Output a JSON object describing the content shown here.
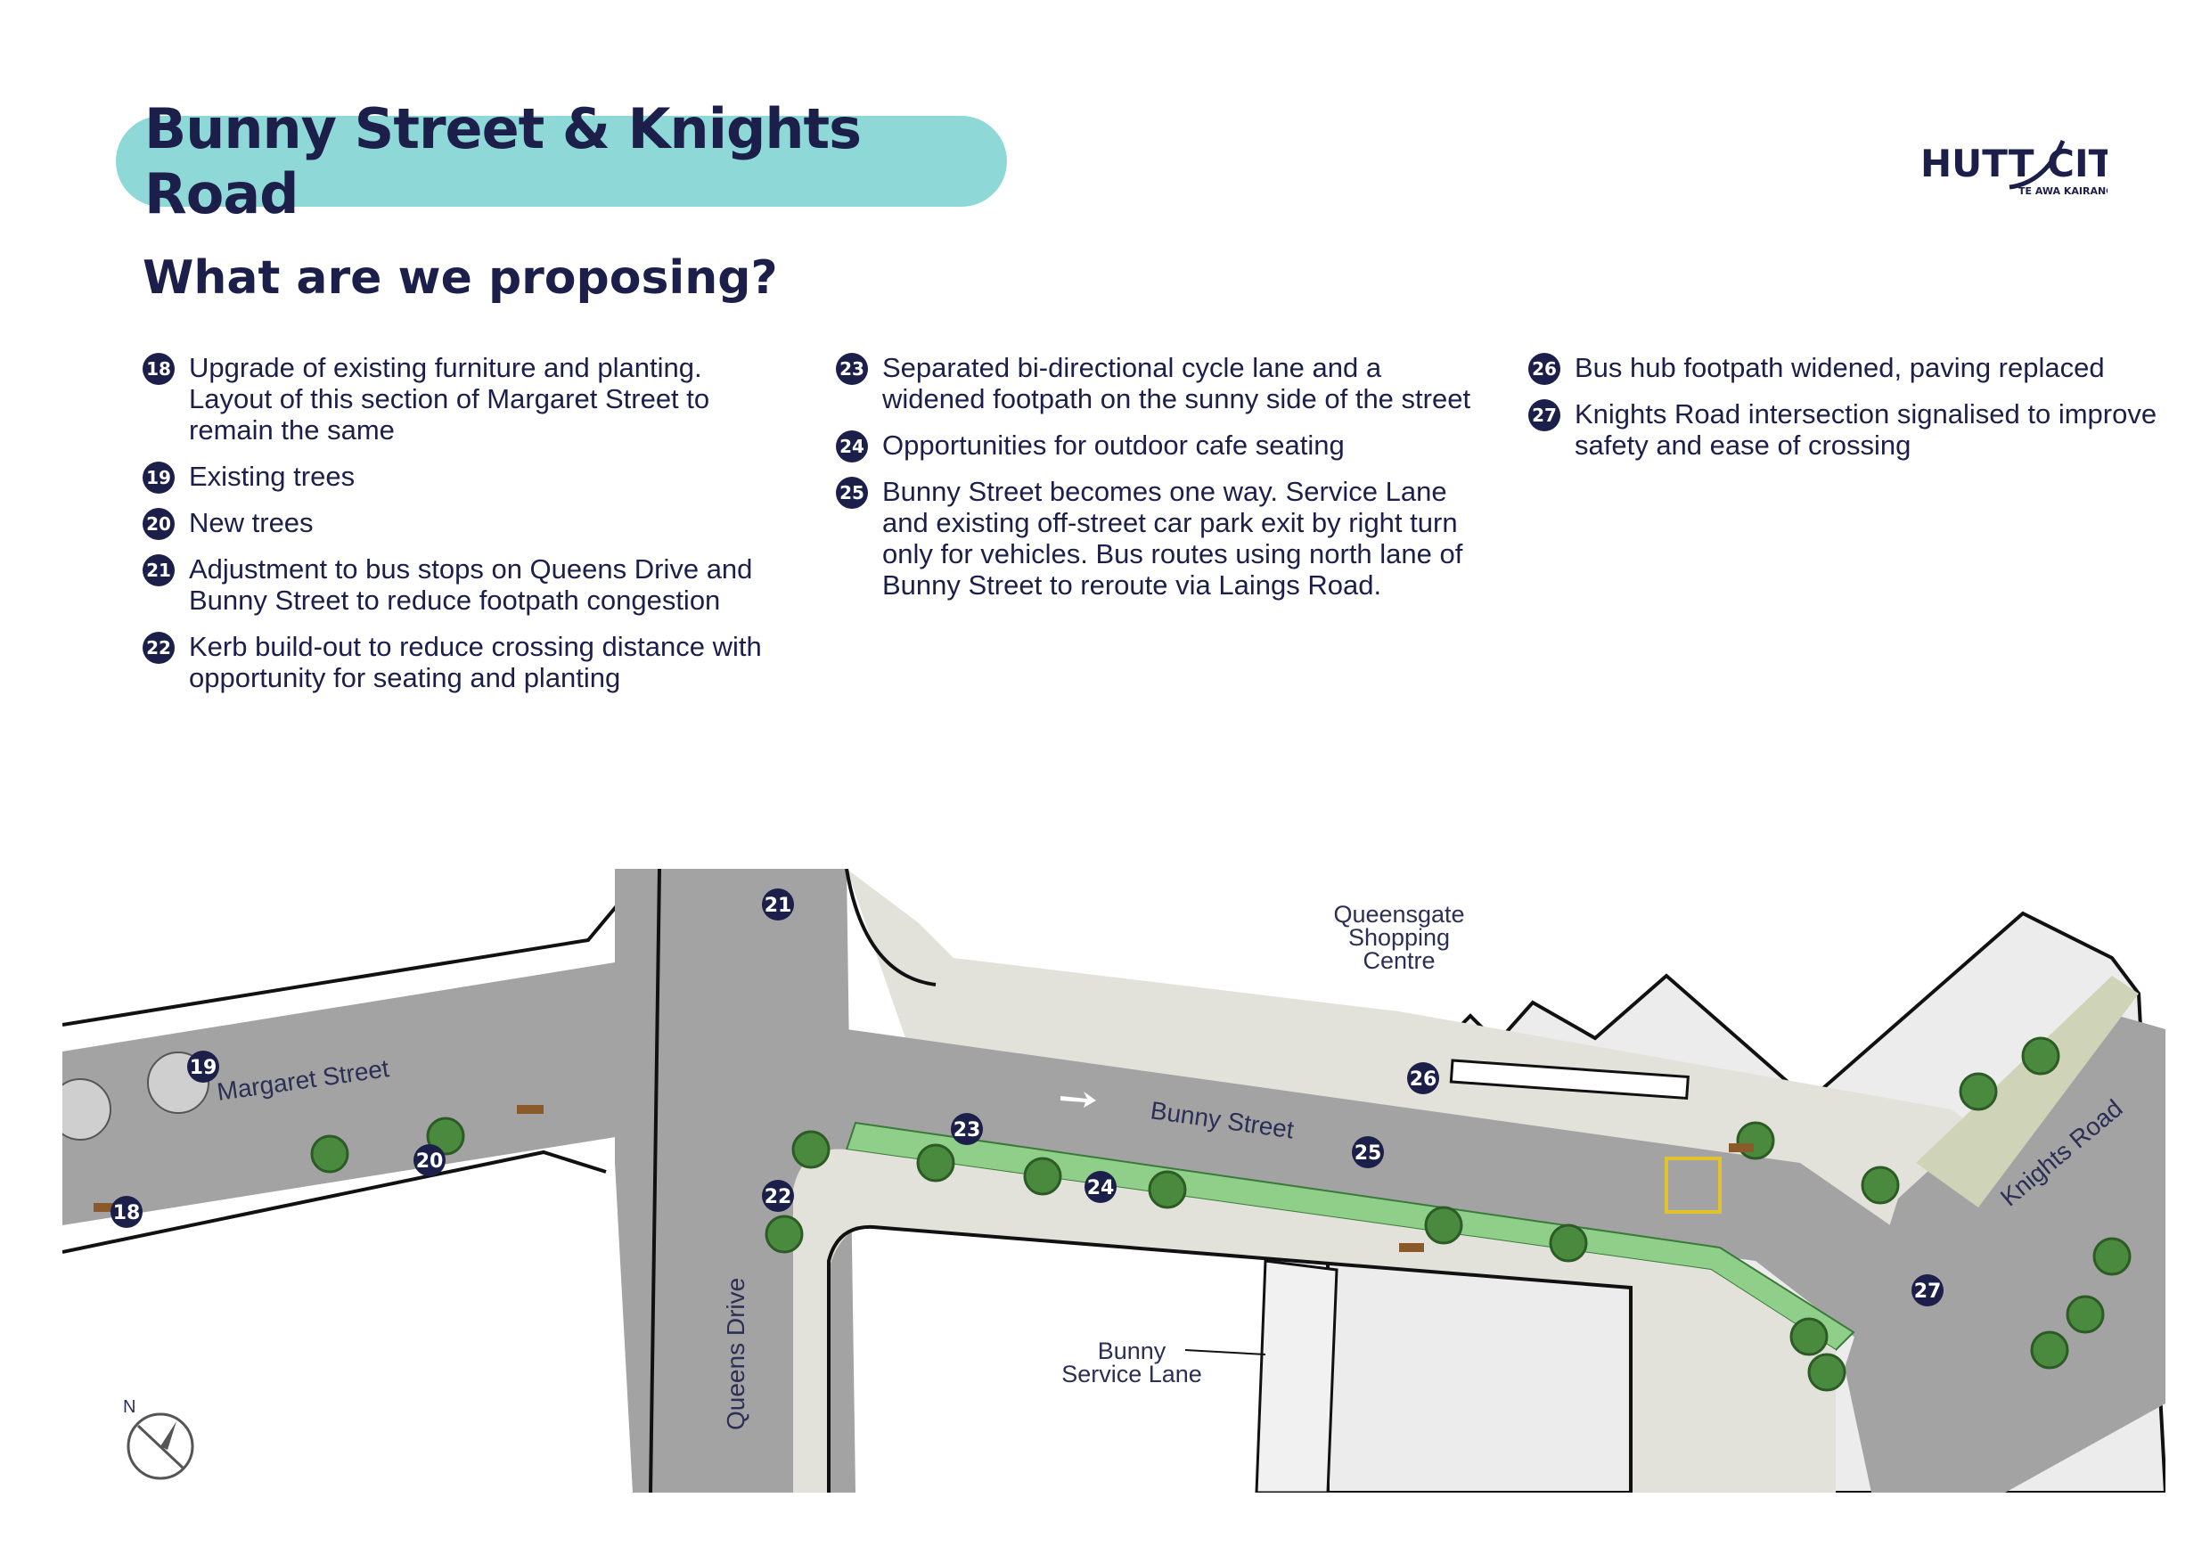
{
  "header": {
    "title": "Bunny Street & Knights Road",
    "subtitle": "What are we proposing?",
    "logo": {
      "main": "HUTT CITY",
      "sub": "TE AWA KAIRANGI"
    }
  },
  "colors": {
    "title_bg": "#8fd8d8",
    "navy": "#1b1f4a",
    "cycle_lane": "#8fcf8a",
    "road": "#9e9e9e",
    "footpath": "#e3e2da"
  },
  "proposals": {
    "col1": [
      {
        "num": "18",
        "text": "Upgrade of existing furniture and planting. Layout of this section of Margaret Street to remain the same"
      },
      {
        "num": "19",
        "text": "Existing trees"
      },
      {
        "num": "20",
        "text": "New trees"
      },
      {
        "num": "21",
        "text": "Adjustment to bus stops on Queens Drive and Bunny Street to reduce footpath congestion"
      },
      {
        "num": "22",
        "text": "Kerb build-out to reduce crossing distance with opportunity for seating and planting"
      }
    ],
    "col2": [
      {
        "num": "23",
        "text": "Separated bi-directional cycle lane and a widened footpath on the sunny side of the street"
      },
      {
        "num": "24",
        "text": "Opportunities for outdoor cafe seating"
      },
      {
        "num": "25",
        "text": "Bunny Street becomes one way. Service Lane and existing off-street car park exit by right turn only for vehicles. Bus routes using north lane of Bunny Street to reroute via Laings Road."
      }
    ],
    "col3": [
      {
        "num": "26",
        "text": "Bus hub footpath widened, paving replaced"
      },
      {
        "num": "27",
        "text": "Knights Road intersection signalised to improve safety and ease of crossing"
      }
    ]
  },
  "map": {
    "labels": {
      "margaret_street": "Margaret Street",
      "queens_drive": "Queens Drive",
      "bunny_street": "Bunny Street",
      "knights_road": "Knights Road",
      "queensgate_1": "Queensgate",
      "queensgate_2": "Shopping",
      "queensgate_3": "Centre",
      "service_lane_1": "Bunny",
      "service_lane_2": "Service Lane",
      "north": "N"
    },
    "markers": {
      "m18": "18",
      "m19": "19",
      "m20": "20",
      "m21": "21",
      "m22": "22",
      "m23": "23",
      "m24": "24",
      "m25": "25",
      "m26": "26",
      "m27": "27"
    },
    "icons": [
      "north-arrow-icon",
      "tree-icon",
      "bench-icon",
      "bike-symbol-icon",
      "traffic-arrow-icon"
    ]
  }
}
